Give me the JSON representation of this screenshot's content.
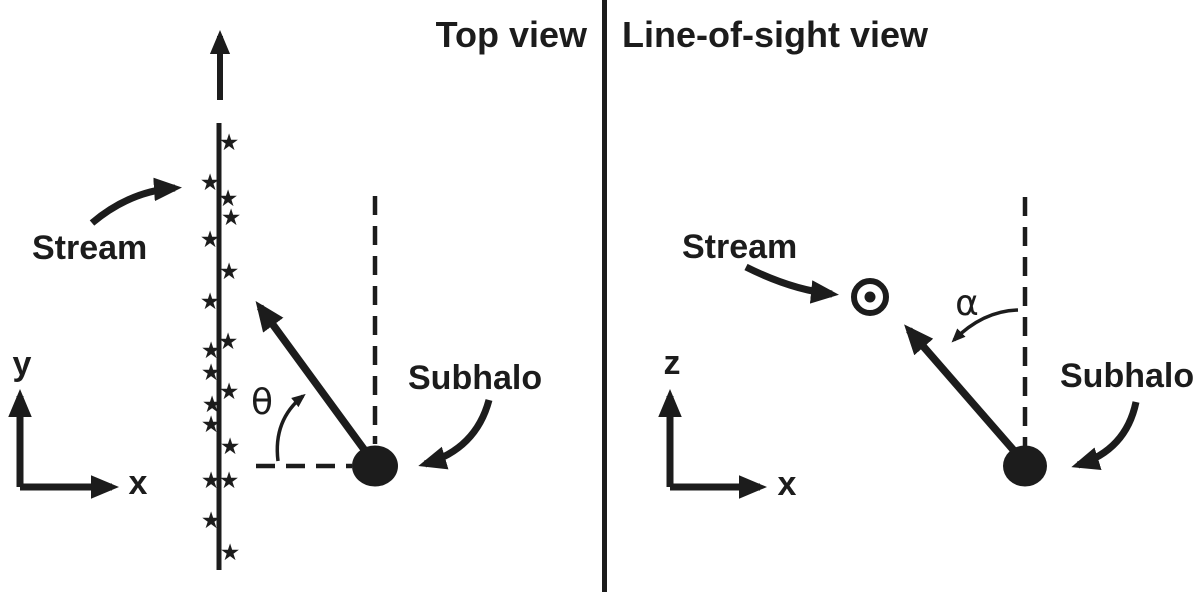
{
  "figure": {
    "panels": {
      "top_view": {
        "title": "Top view",
        "stream_label": "Stream",
        "subhalo_label": "Subhalo",
        "angle_symbol": "θ",
        "axes": {
          "horizontal": "x",
          "vertical": "y"
        },
        "star_glyph": "★",
        "stars": [
          [
            229,
            143
          ],
          [
            210,
            183
          ],
          [
            228,
            199
          ],
          [
            231,
            218
          ],
          [
            210,
            240
          ],
          [
            229,
            272
          ],
          [
            210,
            302
          ],
          [
            228,
            342
          ],
          [
            211,
            351
          ],
          [
            211,
            373
          ],
          [
            229,
            392
          ],
          [
            212,
            405
          ],
          [
            211,
            425
          ],
          [
            230,
            447
          ],
          [
            211,
            481
          ],
          [
            229,
            481
          ],
          [
            211,
            521
          ],
          [
            230,
            553
          ]
        ]
      },
      "los_view": {
        "title": "Line-of-sight view",
        "stream_label": "Stream",
        "subhalo_label": "Subhalo",
        "angle_symbol": "α",
        "axes": {
          "horizontal": "x",
          "vertical": "z"
        }
      }
    }
  },
  "colors": {
    "ink": "#1c1c1c",
    "background": "#ffffff"
  }
}
